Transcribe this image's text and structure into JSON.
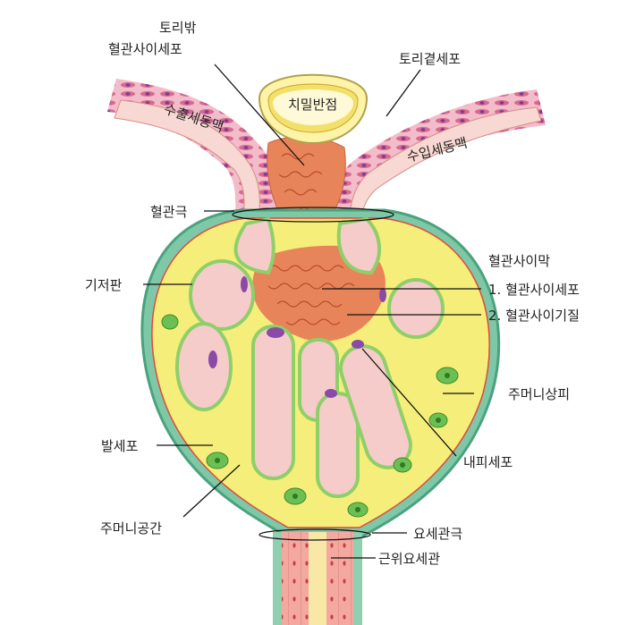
{
  "labels": {
    "extraglomerular_mesangial": [
      "토리밖",
      "혈관사이세포"
    ],
    "macula_densa": "치밀반점",
    "juxtaglomerular": "토리곁세포",
    "efferent": "수출세동맥",
    "afferent": "수입세동맥",
    "vascular_pole": "혈관극",
    "mesangium_title": "혈관사이막",
    "mesangial_cell": "1. 혈관사이세포",
    "mesangial_matrix": "2. 혈관사이기질",
    "basement_membrane": "기저판",
    "capsule_epithelium": "주머니상피",
    "podocyte": "발세포",
    "endothelial": "내피세포",
    "capsular_space": "주머니공간",
    "urinary_pole": "요세관극",
    "proximal_tubule": "근위요세관"
  }
}
